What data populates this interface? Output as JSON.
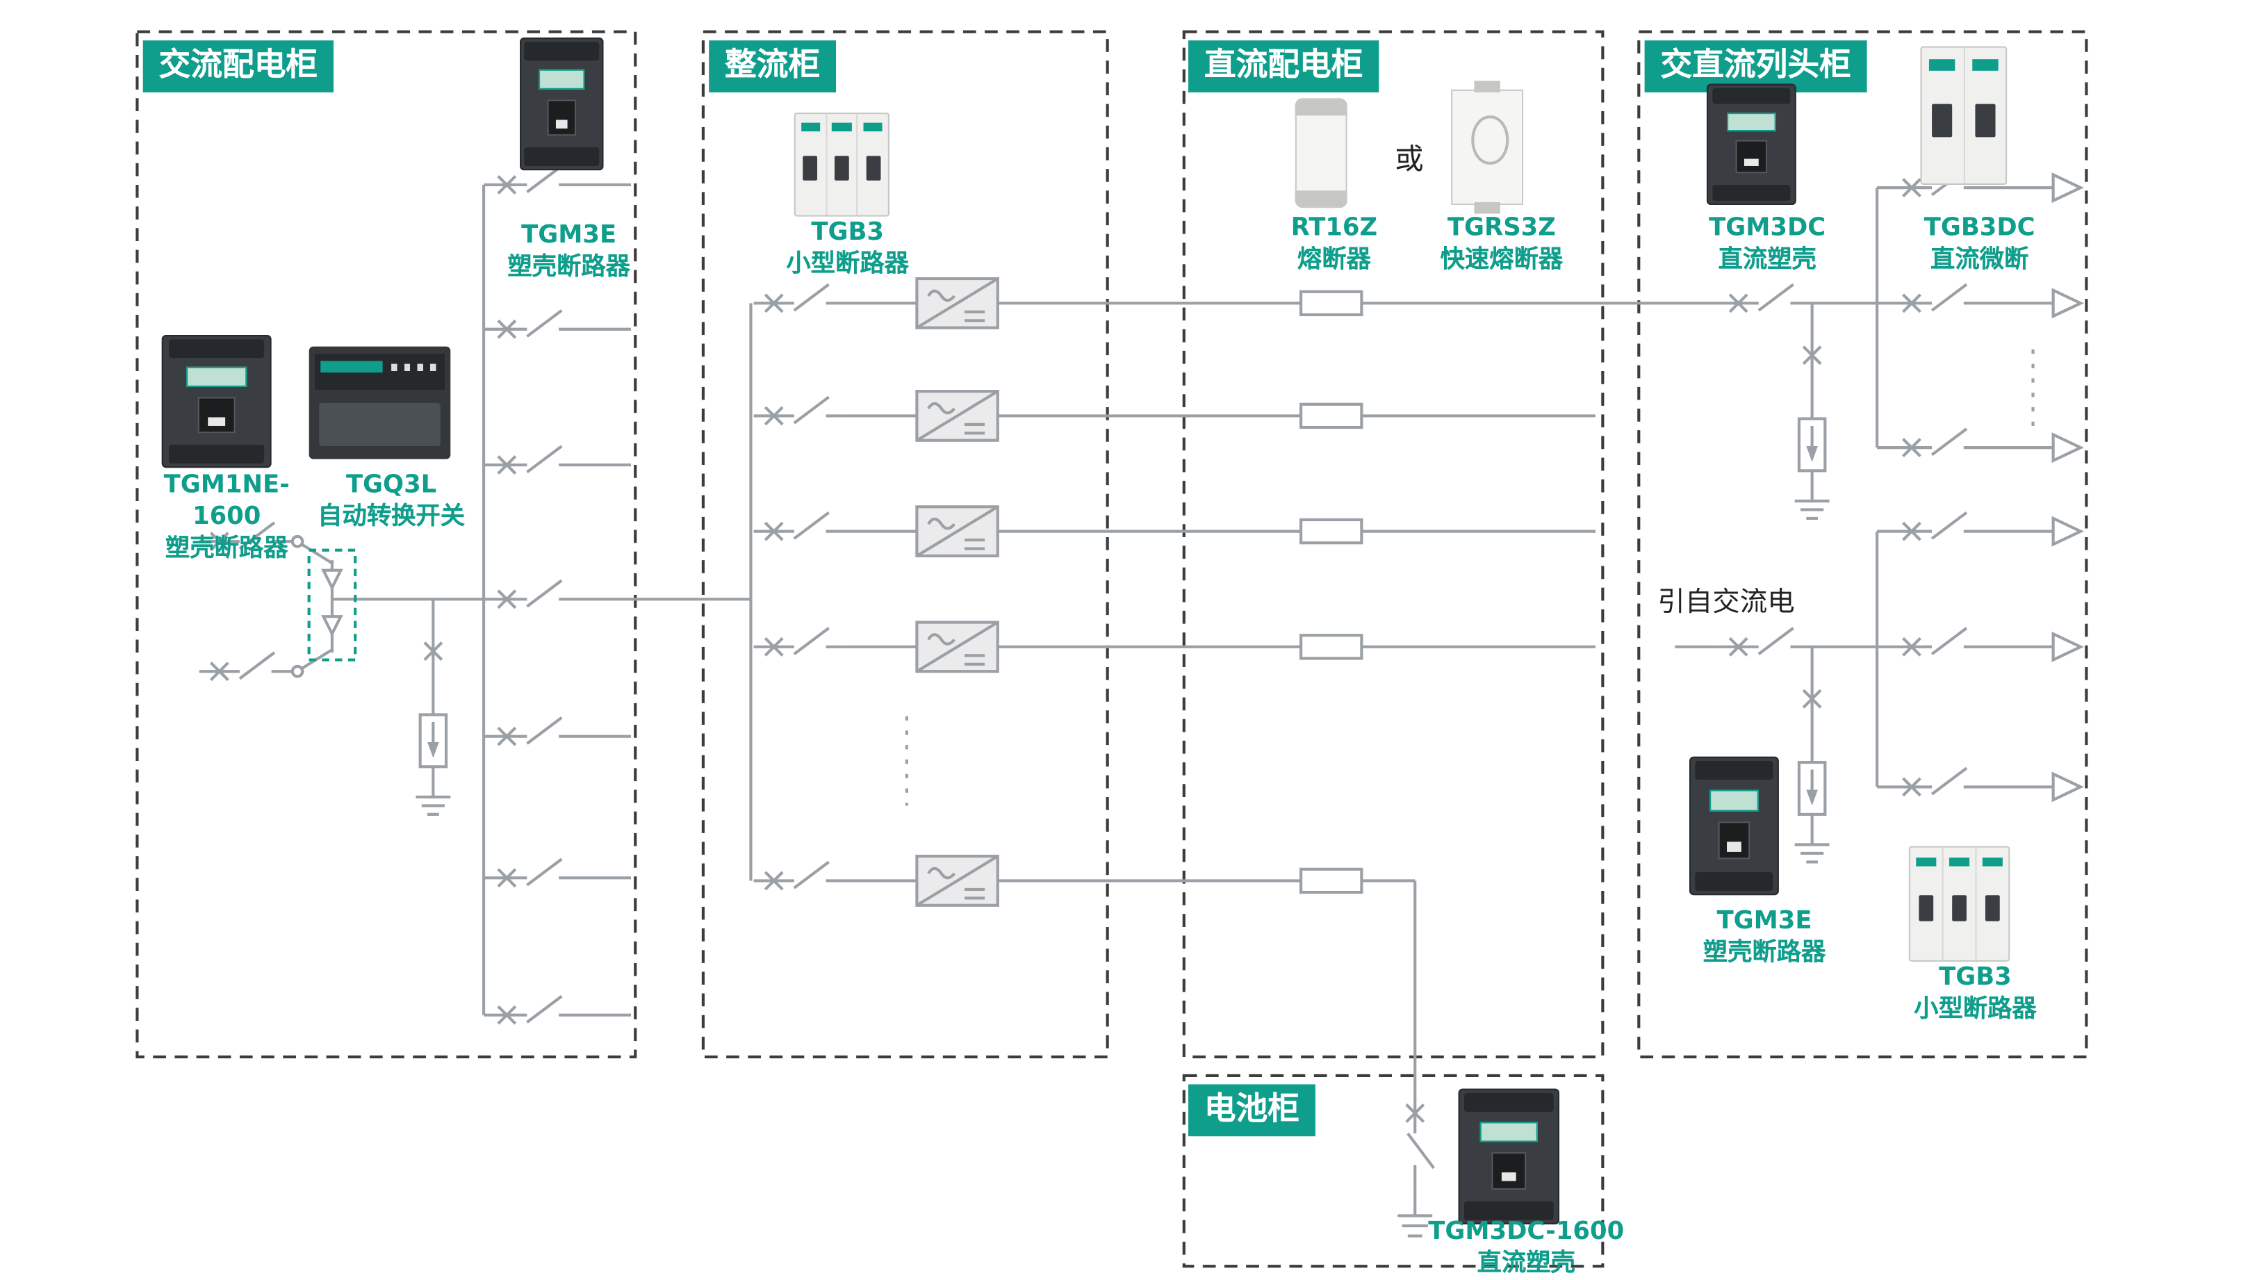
{
  "colors": {
    "accent": "#0f9d8c",
    "line": "#9aa0a5",
    "border": "#3c3c3c"
  },
  "cabinets": [
    {
      "title": "交流配电柜"
    },
    {
      "title": "整流柜"
    },
    {
      "title": "直流配电柜"
    },
    {
      "title": "交直流列头柜"
    },
    {
      "title": "电池柜"
    }
  ],
  "products": [
    {
      "name": "TGM3E",
      "desc": "塑壳断路器",
      "cabinet": "交流配电柜"
    },
    {
      "name": "TGM1NE-1600",
      "desc": "塑壳断路器",
      "cabinet": "交流配电柜"
    },
    {
      "name": "TGQ3L",
      "desc": "自动转换开关",
      "cabinet": "交流配电柜"
    },
    {
      "name": "TGB3",
      "desc": "小型断路器",
      "cabinet": "整流柜"
    },
    {
      "name": "RT16Z",
      "desc": "熔断器",
      "cabinet": "直流配电柜"
    },
    {
      "name": "TGRS3Z",
      "desc": "快速熔断器",
      "cabinet": "直流配电柜"
    },
    {
      "name": "TGM3DC",
      "desc": "直流塑壳",
      "cabinet": "交直流列头柜"
    },
    {
      "name": "TGB3DC",
      "desc": "直流微断",
      "cabinet": "交直流列头柜"
    },
    {
      "name": "TGM3E",
      "desc": "塑壳断路器",
      "cabinet": "交直流列头柜"
    },
    {
      "name": "TGB3",
      "desc": "小型断路器",
      "cabinet": "交直流列头柜"
    },
    {
      "name": "TGM3DC-1600",
      "desc": "直流塑壳",
      "cabinet": "电池柜"
    }
  ],
  "annotations": {
    "or": "或",
    "from_ac": "引自交流电"
  }
}
